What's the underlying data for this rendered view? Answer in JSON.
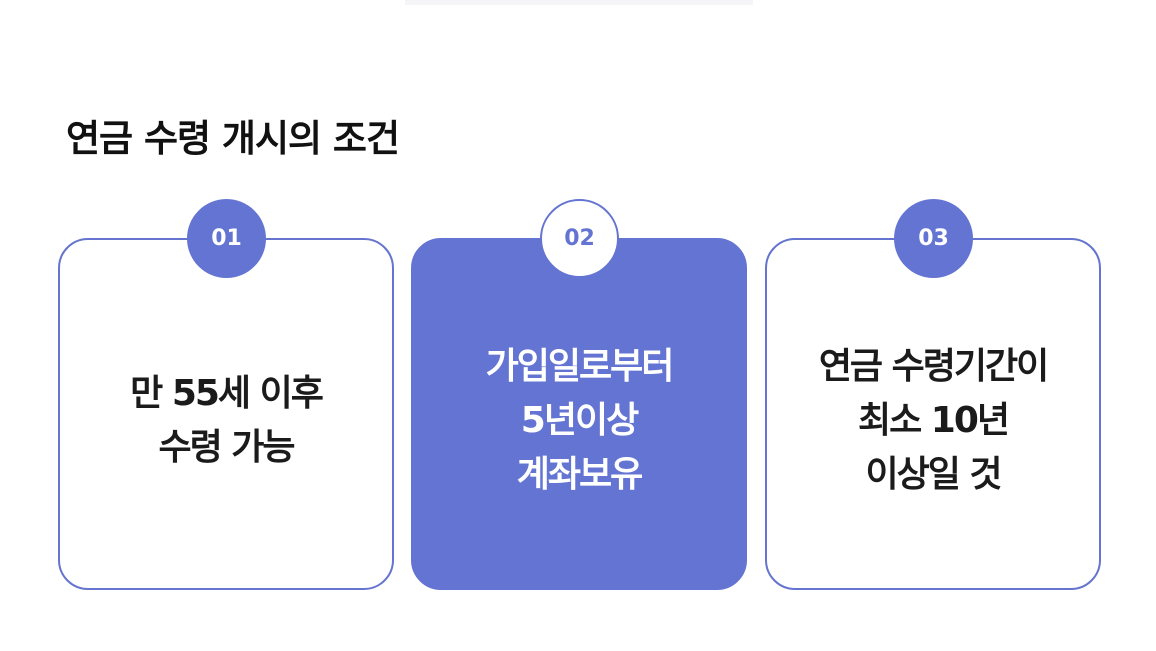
{
  "page": {
    "title": "연금 수령 개시의 조건"
  },
  "colors": {
    "accent": "#6474d2",
    "text": "#111111",
    "background": "#ffffff"
  },
  "cards": [
    {
      "number": "01",
      "text": "만 55세 이후\n수령 가능",
      "style": "outline"
    },
    {
      "number": "02",
      "text": "가입일로부터\n5년이상\n계좌보유",
      "style": "filled"
    },
    {
      "number": "03",
      "text": "연금 수령기간이\n최소 10년\n이상일 것",
      "style": "outline"
    }
  ]
}
